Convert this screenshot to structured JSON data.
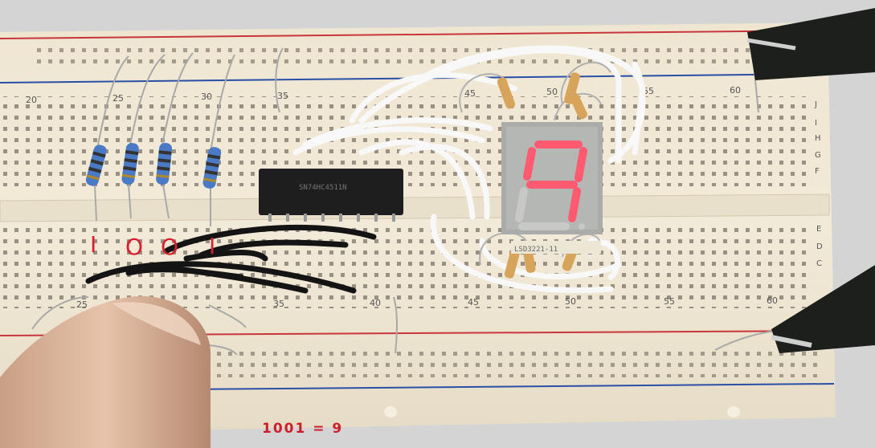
{
  "photo": {
    "subject": "solderless-breadboard",
    "column_numbers_top": [
      "20",
      "25",
      "30",
      "35",
      "45",
      "50",
      "55",
      "60"
    ],
    "column_numbers_bottom": [
      "25",
      "35",
      "40",
      "45",
      "50",
      "55",
      "60"
    ],
    "row_letters_top": [
      "J",
      "I",
      "H",
      "G",
      "F"
    ],
    "row_letters_bottom": [
      "E",
      "D",
      "C"
    ],
    "ic_marking": "SN74HC4511N",
    "display_marking": "LSD3221-11",
    "display_digit": "9",
    "bit_marks": [
      "I",
      "O",
      "O",
      "I"
    ],
    "caption": "1001 = 9"
  }
}
